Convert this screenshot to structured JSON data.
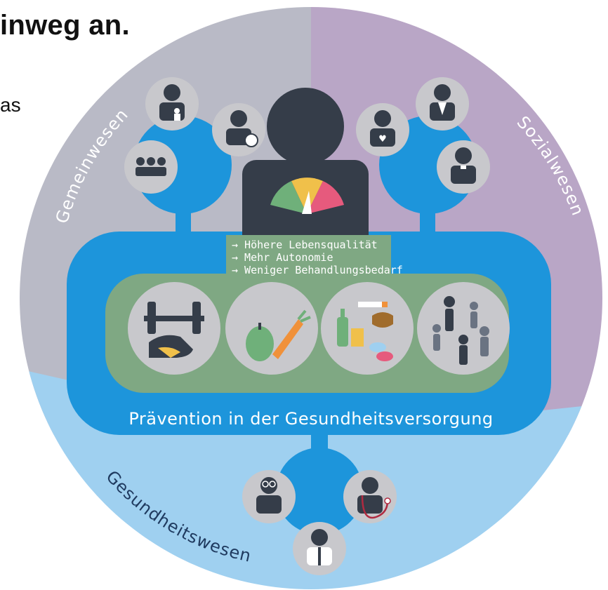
{
  "page": {
    "heading": "inweg an.",
    "side_text": "as"
  },
  "sectors": {
    "gemeinwesen": "Gemeinwesen",
    "sozialwesen": "Sozialwesen",
    "gesundheitswesen": "Gesundheitswesen"
  },
  "benefits": [
    "→ Höhere Lebensqualität",
    "→ Mehr Autonomie",
    "→ Weniger Behandlungsbedarf"
  ],
  "band_label": "Prävention in der Gesundheitsversorgung",
  "colors": {
    "gemeinwesen_bg": "#b9bac6",
    "sozialwesen_bg": "#b9a6c6",
    "gesundheitswesen_bg": "#9fd0f0",
    "flow_blue": "#1d95db",
    "panel_green": "#7fa883",
    "person_dark": "#353d49",
    "icon_circle": "#c8c8cc"
  },
  "icons": {
    "community": [
      "parent-child-icon",
      "person-with-ball-icon",
      "group-icon"
    ],
    "social": [
      "heart-person-icon",
      "suit-person-icon",
      "clergy-person-icon"
    ],
    "health": [
      "glasses-person-icon",
      "doctor-stethoscope-icon",
      "coat-person-icon"
    ],
    "prevention": [
      "fitness-icon",
      "nutrition-icon",
      "addiction-icon",
      "social-environment-icon"
    ],
    "center": [
      "central-person-icon",
      "wellbeing-gauge-icon"
    ]
  }
}
